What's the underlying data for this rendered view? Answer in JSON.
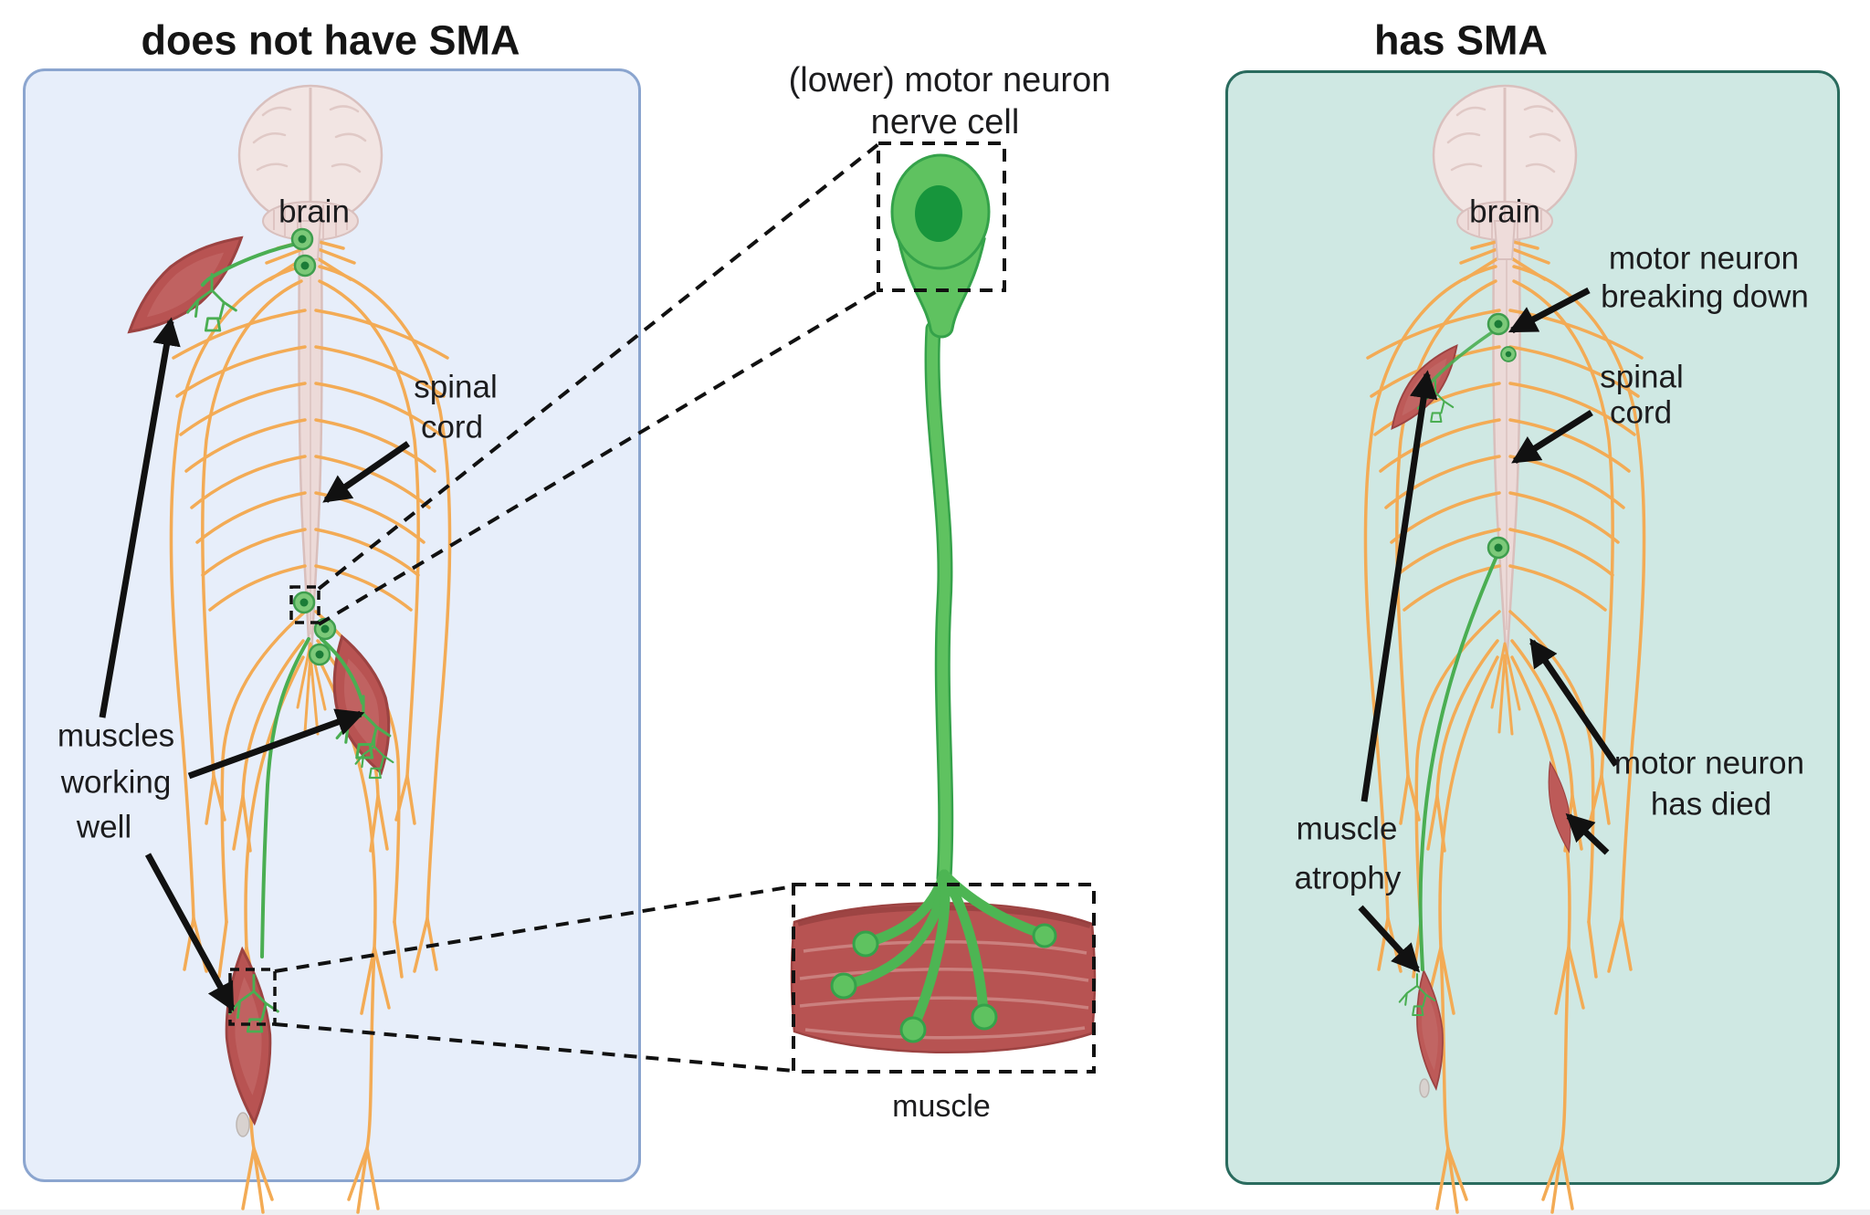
{
  "page": {
    "background": "#ffffff"
  },
  "left_panel": {
    "title": "does not have SMA",
    "background_color": "#e7eefa",
    "border_color": "#8ba5cf",
    "labels": {
      "brain": "brain",
      "spinal_cord": [
        "spinal",
        "cord"
      ],
      "muscles_working_well": [
        "muscles",
        "working",
        "well"
      ]
    }
  },
  "center_inset": {
    "title": [
      "(lower) motor neuron",
      "nerve cell"
    ],
    "muscle_label": "muscle",
    "colors": {
      "neuron_green": "#5fc260",
      "nucleus_green": "#17953c",
      "muscle_red": "#b75352"
    }
  },
  "right_panel": {
    "title": "has SMA",
    "background_color": "#cfe8e3",
    "border_color": "#2a6b5e",
    "labels": {
      "brain": "brain",
      "motor_neuron_breaking_down": [
        "motor neuron",
        "breaking down"
      ],
      "spinal_cord": [
        "spinal",
        "cord"
      ],
      "motor_neuron_has_died": [
        "motor neuron",
        "has died"
      ],
      "muscle_atrophy": [
        "muscle",
        "atrophy"
      ]
    }
  },
  "illustration_colors": {
    "nerves_orange": "#f3ab55",
    "spinal_cord_pink": "#ecdad8",
    "brain_pink": "#f2e5e3",
    "muscle_red": "#b85352",
    "motor_neuron_green": "#7cc979",
    "arrow_black": "#111111"
  }
}
